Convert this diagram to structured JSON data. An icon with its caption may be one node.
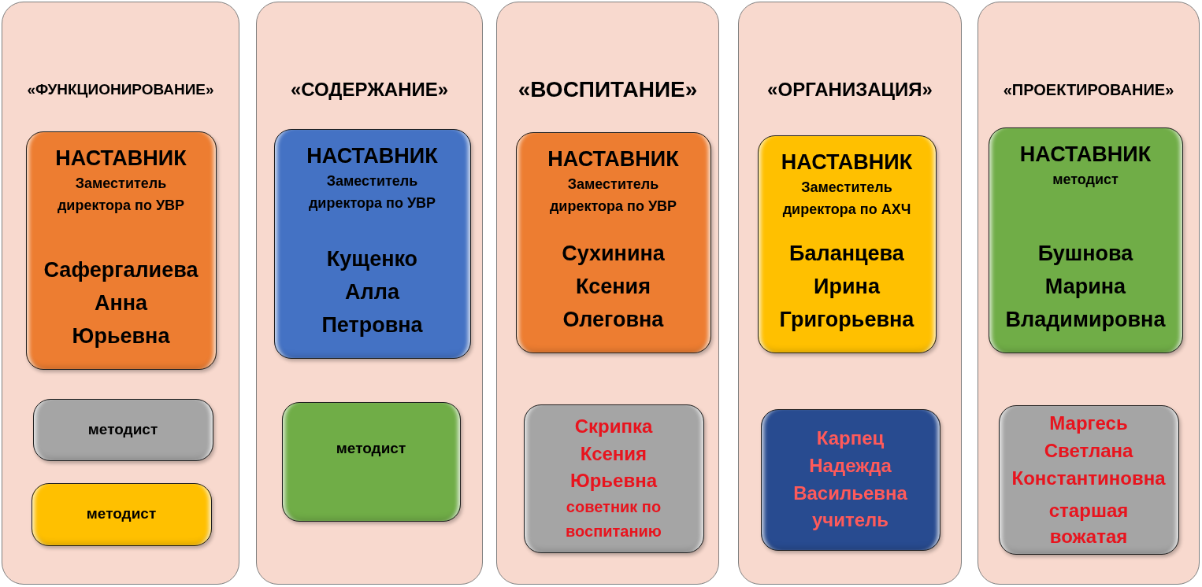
{
  "diagram": {
    "nodes": [
      {
        "text": [
          "«ФУНКЦИОНИРОВАНИЕ»"
        ]
      },
      {
        "text": [
          "НАСТАВНИК",
          "Заместитель директора по УВР",
          "Сафергалиева Анна Юрьевна"
        ],
        "in": 0
      },
      {
        "text": [
          "методист"
        ],
        "in": 0
      },
      {
        "text": [
          "методист"
        ],
        "in": 0
      },
      {
        "text": [
          "«СОДЕРЖАНИЕ»"
        ]
      },
      {
        "text": [
          "НАСТАВНИК",
          "Заместитель директора по УВР",
          "Кущенко Алла Петровна"
        ],
        "in": 4
      },
      {
        "text": [
          "методист"
        ],
        "in": 4
      },
      {
        "text": [
          "«ВОСПИТАНИЕ»"
        ]
      },
      {
        "text": [
          "НАСТАВНИК",
          "Заместитель директора по УВР",
          "Сухинина Ксения Олеговна"
        ],
        "in": 7
      },
      {
        "text": [
          "Скрипка Ксения Юрьевна",
          "советник по воспитанию"
        ],
        "in": 7
      },
      {
        "text": [
          "«ОРГАНИЗАЦИЯ»"
        ]
      },
      {
        "text": [
          "НАСТАВНИК",
          "Заместитель директора по АХЧ",
          "Баланцева Ирина Григорьевна"
        ],
        "in": 10
      },
      {
        "text": [
          "Карпец Надежда Васильевна",
          "учитель"
        ],
        "in": 10
      },
      {
        "text": [
          "«ПРОЕКТИРОВАНИЕ»"
        ]
      },
      {
        "text": [
          "НАСТАВНИК",
          "методист",
          "Бушнова Марина Владимировна"
        ],
        "in": 13
      },
      {
        "text": [
          "Маргесь Светлана Константиновна",
          "старшая вожатая"
        ],
        "in": 13
      }
    ]
  }
}
